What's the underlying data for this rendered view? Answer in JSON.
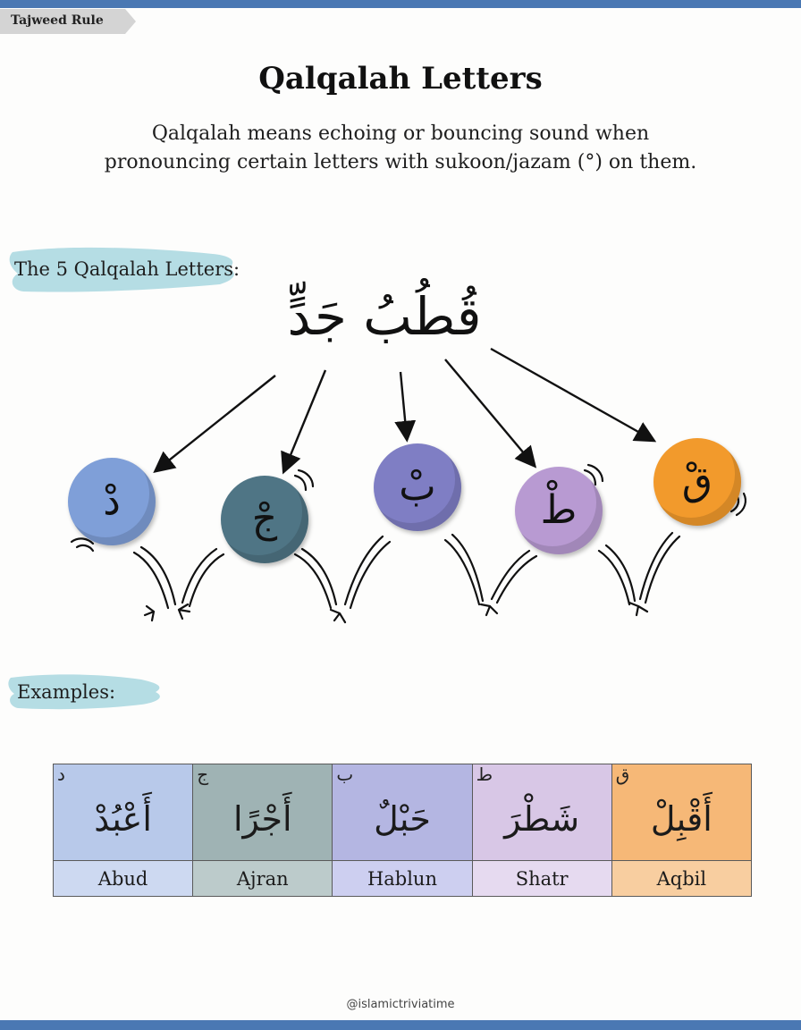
{
  "tag": {
    "label": "Tajweed Rule"
  },
  "title": "Qalqalah Letters",
  "description": {
    "line1": "Qalqalah means echoing or bouncing sound when",
    "line2": "pronouncing certain letters with sukoon/jazam (°) on them."
  },
  "letters_section": {
    "heading": "The 5 Qalqalah Letters:",
    "phrase": "قُطُبُ جَدٍّ",
    "letters": [
      {
        "glyph": "دْ",
        "color": "#7f9fd8"
      },
      {
        "glyph": "جْ",
        "color": "#4f7585"
      },
      {
        "glyph": "بْ",
        "color": "#7f7ec4"
      },
      {
        "glyph": "طْ",
        "color": "#b89ad2"
      },
      {
        "glyph": "قْ",
        "color": "#f29a2c"
      }
    ]
  },
  "examples_section": {
    "heading": "Examples:",
    "items": [
      {
        "letter": "د",
        "word": "أَعْبُدْ",
        "translit": "Abud",
        "bg": "#b8c9ea",
        "bg_light": "#cdd9f1"
      },
      {
        "letter": "ج",
        "word": "أَجْرًا",
        "translit": "Ajran",
        "bg": "#9fb3b4",
        "bg_light": "#bccbcb"
      },
      {
        "letter": "ب",
        "word": "حَبْلٌ",
        "translit": "Hablun",
        "bg": "#b4b6e2",
        "bg_light": "#cdcff0"
      },
      {
        "letter": "ط",
        "word": "شَطْرَ",
        "translit": "Shatr",
        "bg": "#d8c7e6",
        "bg_light": "#e6daf0"
      },
      {
        "letter": "ق",
        "word": "أَقْبِلْ",
        "translit": "Aqbil",
        "bg": "#f6b877",
        "bg_light": "#f8cea0"
      }
    ]
  },
  "credit": "@islamictriviatime",
  "colors": {
    "accent_bar": "#4a78b3",
    "brush": "#b5dde4",
    "highlight": "#c0392b"
  }
}
